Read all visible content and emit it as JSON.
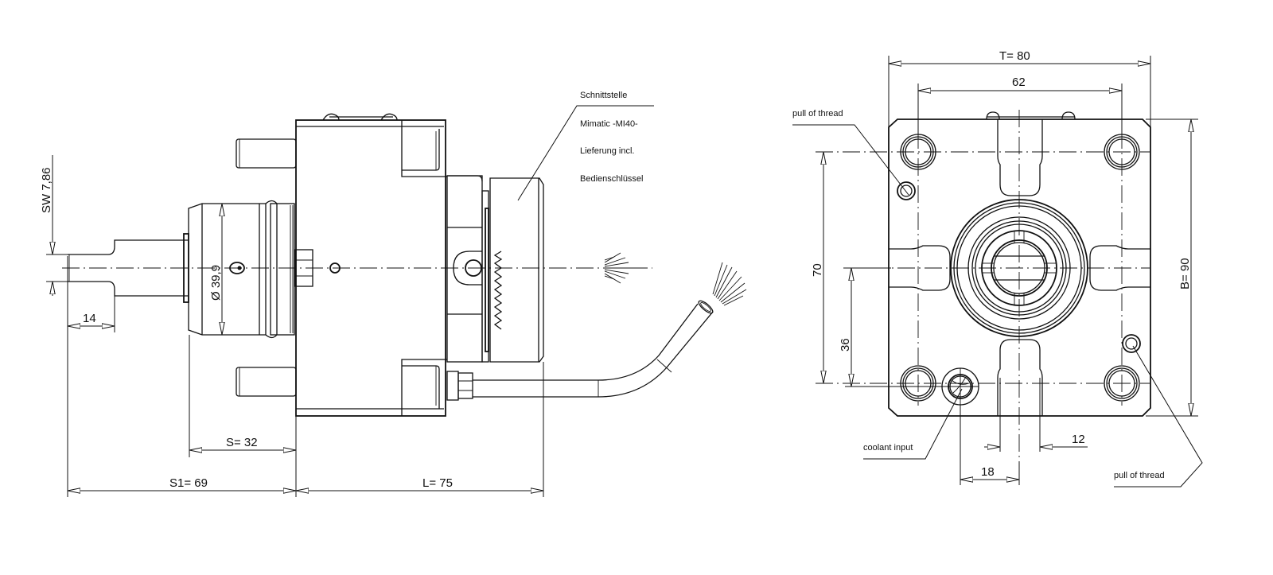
{
  "drawing": {
    "colors": {
      "line": "#111111",
      "background": "#ffffff"
    },
    "side_view": {
      "dimensions": {
        "sw": "SW 7,86",
        "shaft_len": "14",
        "diameter": "Ø 39,9",
        "s": "S= 32",
        "s1": "S1=  69",
        "l": "L= 75"
      },
      "annotation": {
        "lines": [
          "Schnittstelle",
          "Mimatic -MI40-",
          "Lieferung incl.",
          "Bedienschlüssel"
        ]
      }
    },
    "front_view": {
      "dimensions": {
        "t": "T=  80",
        "hole_spacing_x": "62",
        "hole_spacing_y": "70",
        "center_height": "36",
        "b": "B= 90",
        "slot_width": "12",
        "coolant_offset": "18"
      },
      "labels": {
        "pull_thread_top": "pull of thread",
        "coolant": "coolant input",
        "pull_thread_bottom": "pull of thread"
      }
    }
  }
}
